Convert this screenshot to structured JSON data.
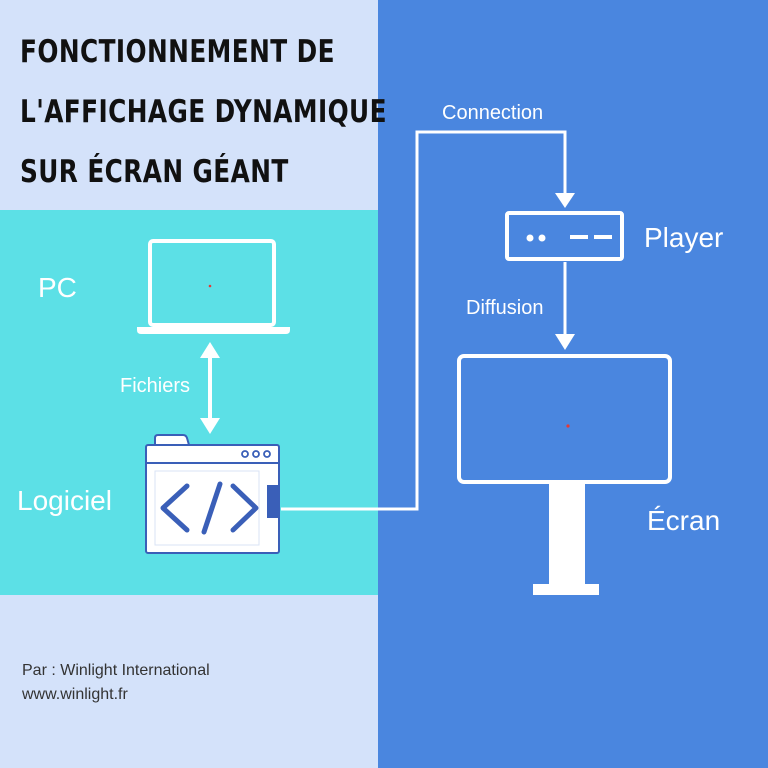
{
  "title": {
    "line1": "FONCTIONNEMENT DE",
    "line2": "L'AFFICHAGE DYNAMIQUE",
    "line3": "SUR ÉCRAN GÉANT"
  },
  "nodes": {
    "pc": "PC",
    "logiciel": "Logiciel",
    "player": "Player",
    "ecran": "Écran"
  },
  "edges": {
    "fichiers": "Fichiers",
    "connection": "Connection",
    "diffusion": "Diffusion"
  },
  "credits": {
    "author": "Par : Winlight International",
    "website": "www.winlight.fr"
  },
  "colors": {
    "background_light": "#d4e2fa",
    "teal": "#5ce0e6",
    "blue": "#4a86df",
    "code_icon": "#3a5fb8"
  },
  "icons": [
    "laptop-icon",
    "code-window-icon",
    "player-box-icon",
    "display-screen-icon"
  ]
}
